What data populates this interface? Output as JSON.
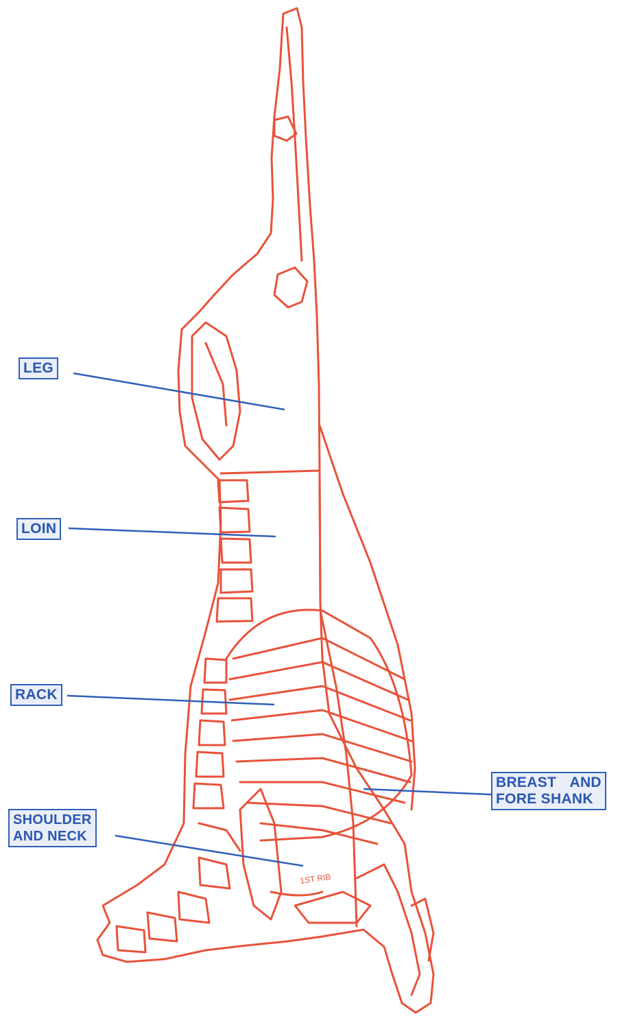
{
  "labels": {
    "leg": "LEG",
    "loin": "LOIN",
    "rack": "RACK",
    "shoulder_line1": "SHOULDER",
    "shoulder_line2": "AND NECK",
    "breast_line1": "BREAST AND",
    "breast_line2": "FORE SHANK"
  },
  "annotations": {
    "first_rib": "1ST RIB"
  },
  "colors": {
    "carcass_outline": "#e8523a",
    "label_text": "#2b57b0",
    "label_border": "#2f5fb8",
    "leader_line": "#2f5fb8"
  }
}
